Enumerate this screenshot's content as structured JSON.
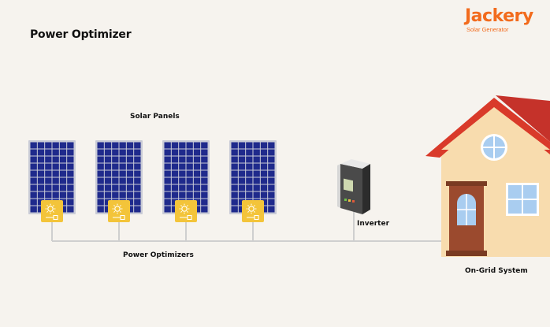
{
  "header": {
    "title": "Power Optimizer",
    "logo_word": "Jackery",
    "logo_sub": "Solar Generator"
  },
  "labels": {
    "solar_panels": "Solar Panels",
    "inverter": "Inverter",
    "power_optimizers": "Power Optimizers",
    "on_grid_system": "On-Grid System"
  },
  "colors": {
    "brand": "#f26b1d",
    "background": "#f6f3ee",
    "panel_cell": "#1f2a8c",
    "optimizer": "#f3c43a",
    "roof": "#d93a2a",
    "wall": "#f8dcae",
    "door": "#9b4a2e",
    "window": "#a9cdf0",
    "wire": "#cfcfcf"
  },
  "diagram": {
    "panel_count": 4,
    "optimizer_count": 4
  }
}
